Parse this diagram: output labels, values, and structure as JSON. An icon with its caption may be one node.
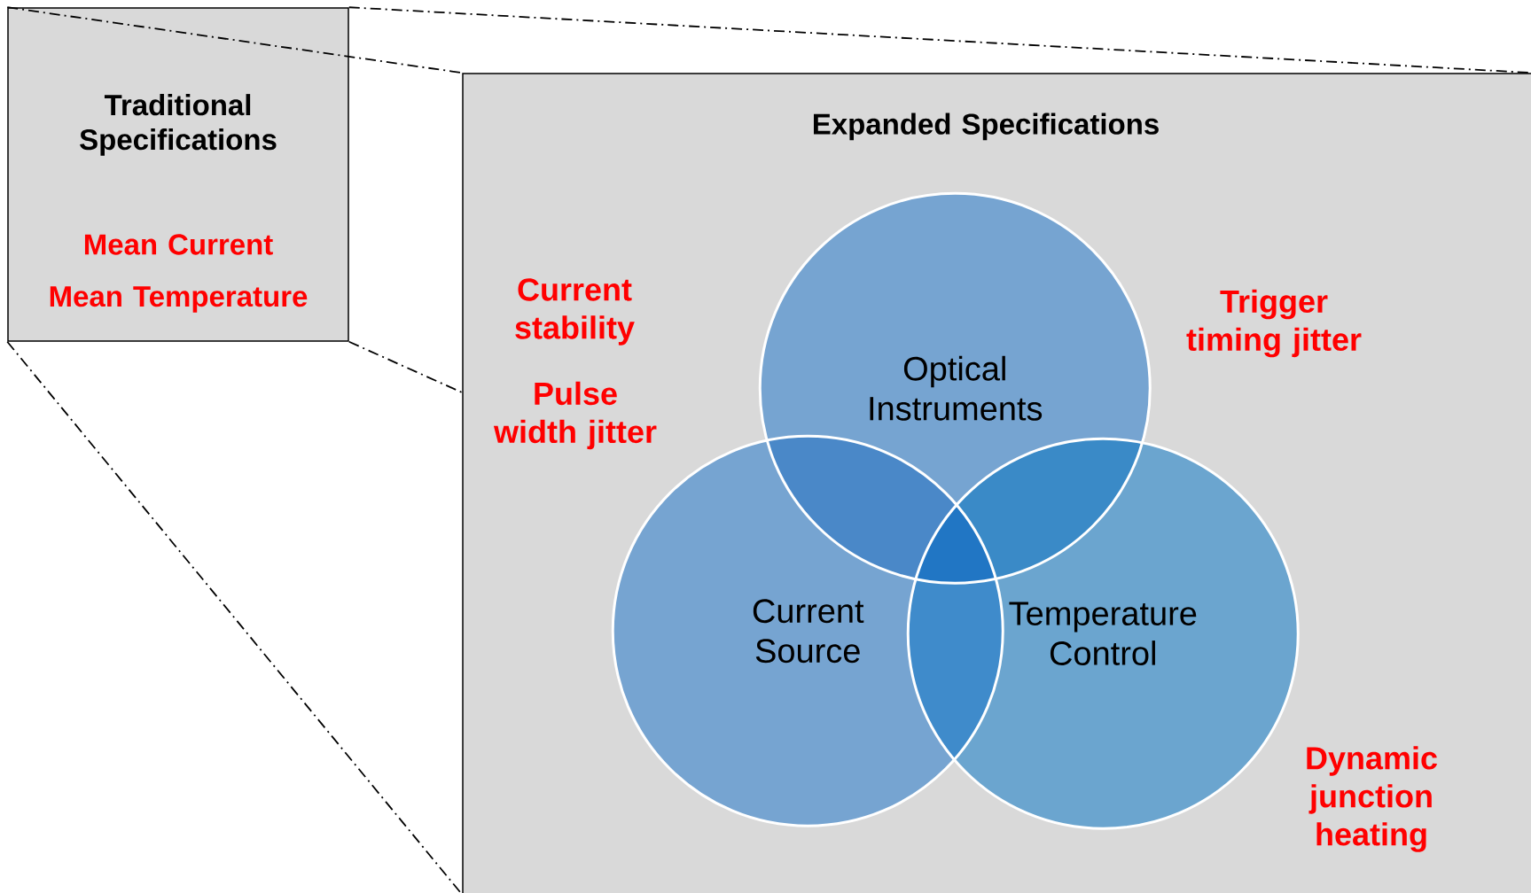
{
  "diagram": {
    "nodes": [
      {
        "text": [
          "Traditional Specifications",
          "Mean Current",
          "Mean Temperature"
        ]
      },
      {
        "text": [
          "Expanded Specifications",
          "Current stability",
          "Pulse width jitter",
          "Trigger timing jitter",
          "Dynamic junction heating"
        ]
      },
      {
        "text": [
          "Optical Instruments"
        ],
        "in": 1
      },
      {
        "text": [
          "Current Source"
        ],
        "in": 1
      },
      {
        "text": [
          "Temperature Control"
        ],
        "in": 1
      }
    ],
    "edges": [
      {
        "from": 0,
        "to": 1,
        "arrow": "none",
        "style": "dashed"
      },
      {
        "from": 0,
        "to": 1,
        "arrow": "none",
        "style": "dashed"
      },
      {
        "from": 0,
        "to": 1,
        "arrow": "none",
        "style": "dashed"
      },
      {
        "from": 0,
        "to": 1,
        "arrow": "none",
        "style": "dashed"
      }
    ]
  }
}
